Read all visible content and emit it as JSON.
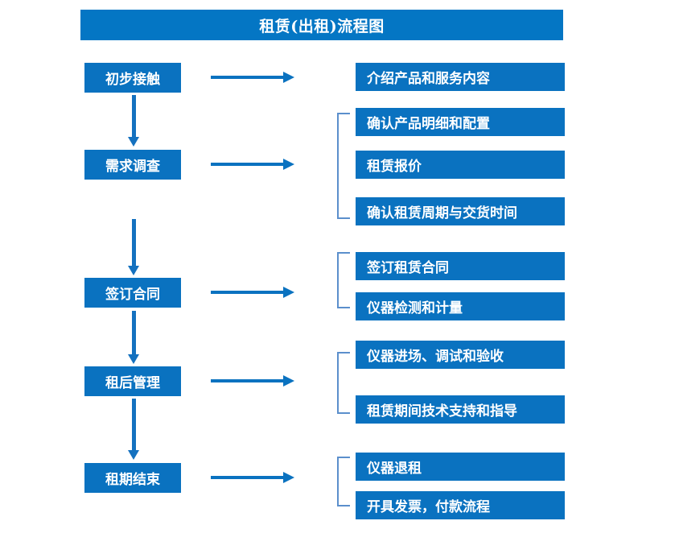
{
  "title": {
    "text": "租赁(出租)流程图"
  },
  "colors": {
    "title_bar_blue": "#0476C4",
    "box_blue": "#0A72C0",
    "arrow_blue": "#1471BF",
    "bracket_blue": "#5B8FCC",
    "box_text": "#FFFFFF",
    "background": "#FFFFFF"
  },
  "stages": [
    {
      "label": "初步接触"
    },
    {
      "label": "需求调查"
    },
    {
      "label": "签订合同"
    },
    {
      "label": "租后管理"
    },
    {
      "label": "租期结束"
    }
  ],
  "details": [
    {
      "label": "介绍产品和服务内容"
    },
    {
      "label": "确认产品明细和配置"
    },
    {
      "label": "租赁报价"
    },
    {
      "label": "确认租赁周期与交货时间"
    },
    {
      "label": "签订租赁合同"
    },
    {
      "label": "仪器检测和计量"
    },
    {
      "label": "仪器进场、调试和验收"
    },
    {
      "label": "租赁期间技术支持和指导"
    },
    {
      "label": "仪器退租"
    },
    {
      "label": "开具发票，付款流程"
    }
  ]
}
